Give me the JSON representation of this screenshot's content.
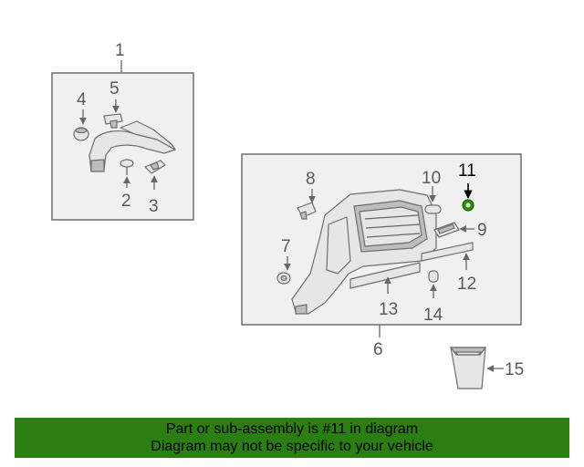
{
  "callouts": {
    "c1": "1",
    "c2": "2",
    "c3": "3",
    "c4": "4",
    "c5": "5",
    "c6": "6",
    "c7": "7",
    "c8": "8",
    "c9": "9",
    "c10": "10",
    "c11": "11",
    "c12": "12",
    "c13": "13",
    "c14": "14",
    "c15": "15"
  },
  "highlight": {
    "callout": "11",
    "color": "#2f8c12"
  },
  "banner": {
    "line1": "Part or sub-assembly is #11 in diagram",
    "line2": "Diagram may not be specific to your vehicle",
    "background": "#2b7f12"
  }
}
